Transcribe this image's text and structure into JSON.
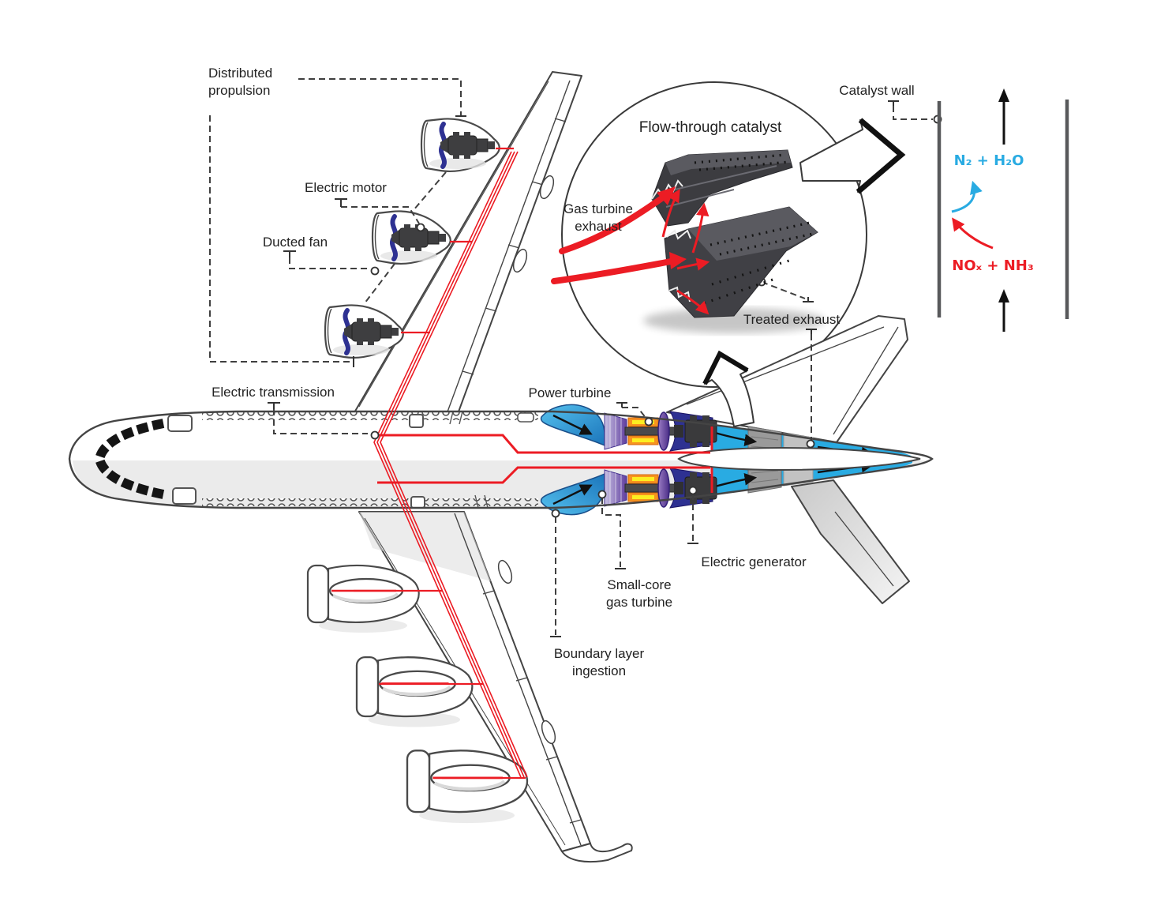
{
  "figure": {
    "type": "aircraft-propulsion-emissions-diagram",
    "labels": {
      "distributed_propulsion": "Distributed\npropulsion",
      "electric_motor": "Electric motor",
      "ducted_fan": "Ducted fan",
      "electric_transmission": "Electric transmission",
      "power_turbine": "Power turbine",
      "electric_generator": "Electric generator",
      "small_core_gas_turbine": "Small-core\ngas turbine",
      "boundary_layer_ingestion": "Boundary layer\ningestion"
    },
    "inset": {
      "title": "Flow-through catalyst",
      "gas_turbine_exhaust": "Gas turbine\nexhaust",
      "treated_exhaust": "Treated exhaust"
    },
    "catalyst_channel": {
      "wall_label": "Catalyst wall",
      "products": "N₂ + H₂O",
      "reactants": "NOₓ + NH₃"
    },
    "colors": {
      "accent_red": "#EC1C24",
      "flow_blue": "#29ABE2",
      "turbine_navy": "#2E3192",
      "compressor_purple": "#662D91",
      "flame_orange": "#F7931E",
      "flame_yellow": "#FCEE21",
      "catalyst_dark": "#3C3C40",
      "wall_gray": "#58595B"
    }
  }
}
